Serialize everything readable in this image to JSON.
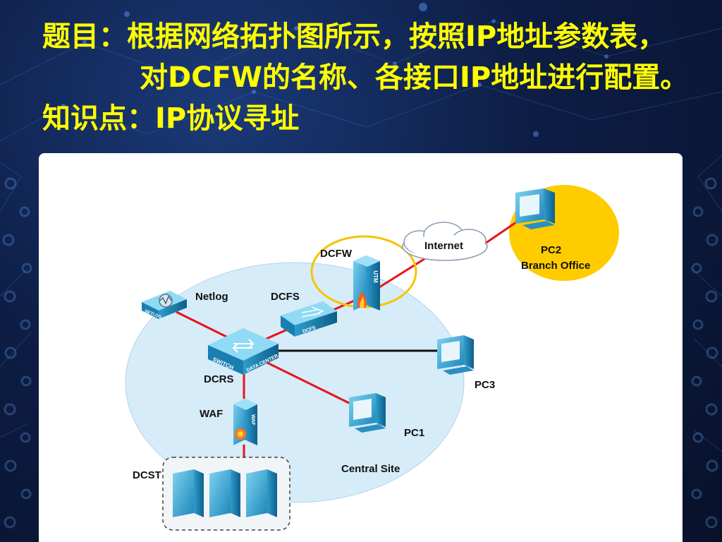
{
  "header": {
    "title_line1": "题目：根据网络拓扑图所示，按照IP地址参数表，",
    "title_line2": "对DCFW的名称、各接口IP地址进行配置。",
    "knowledge_line": "知识点：IP协议寻址"
  },
  "diagram": {
    "nodes": {
      "internet": "Internet",
      "dcfw": "DCFW",
      "dcfs": "DCFS",
      "netlog": "Netlog",
      "dcrs": "DCRS",
      "waf": "WAF",
      "dcst": "DCST",
      "pc1": "PC1",
      "pc2": "PC2",
      "pc3": "PC3"
    },
    "areas": {
      "central_site": "Central Site",
      "branch_office": "Branch Office"
    },
    "device_text": {
      "utm": "UTM",
      "waf": "WAF",
      "dcfs": "DCFS",
      "netlog": "NETLOG",
      "switch": "SWITCH",
      "data_center": "DATA CENTER"
    },
    "colors": {
      "link_red": "#e8131b",
      "link_black": "#111111",
      "central_fill": "#d6ecf8",
      "branch_fill": "#ffcc00",
      "highlight_ring": "#f5c400",
      "title_text": "#ffff00"
    }
  }
}
